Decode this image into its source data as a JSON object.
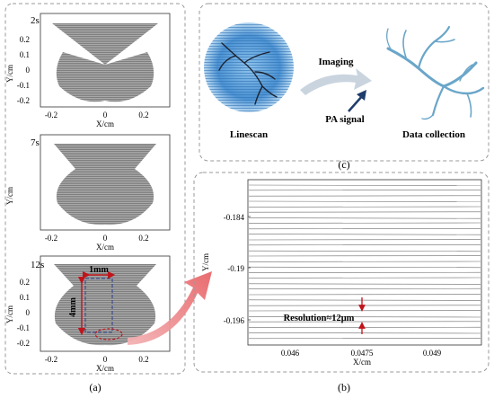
{
  "panel_a": {
    "caption": "(a)",
    "plots": [
      {
        "time_label": "2s",
        "ylabel": "Y/cm",
        "xlabel": "X/cm",
        "yticks": [
          "0.2",
          "0.1",
          "0",
          "-0.1",
          "-0.2"
        ],
        "xticks": [
          "-0.2",
          "0",
          "0.2"
        ]
      },
      {
        "time_label": "7s",
        "ylabel": "Y/cm",
        "xlabel": "X/cm",
        "yticks": [],
        "xticks": [
          "-0.2",
          "0",
          "0.2"
        ]
      },
      {
        "time_label": "12s",
        "ylabel": "Y/cm",
        "xlabel": "X/cm",
        "yticks": [
          "0.2",
          "0.1",
          "0",
          "-0.1",
          "-0.2"
        ],
        "xticks": [
          "-0.2",
          "0",
          "0.2"
        ],
        "width_annotation": "1mm",
        "height_annotation": "4mm"
      }
    ]
  },
  "panel_b": {
    "caption": "(b)",
    "ylabel": "Y/cm",
    "xlabel": "X/cm",
    "yticks": [
      "-0.184",
      "-0.19",
      "-0.196"
    ],
    "xticks": [
      "0.046",
      "0.0475",
      "0.049"
    ],
    "annotation": "Resolution≈12μm"
  },
  "panel_c": {
    "caption": "(c)",
    "left_label": "Linescan",
    "right_label": "Data collection",
    "arrow_label": "Imaging",
    "signal_label": "PA signal"
  },
  "colors": {
    "scan_gray": "#8c8c8c",
    "vessel_blue": "#6aa6c9",
    "disc_blue": "#4a8fcf",
    "annotation_red": "#c0141b",
    "arrow_gray": "#c9d4df"
  }
}
